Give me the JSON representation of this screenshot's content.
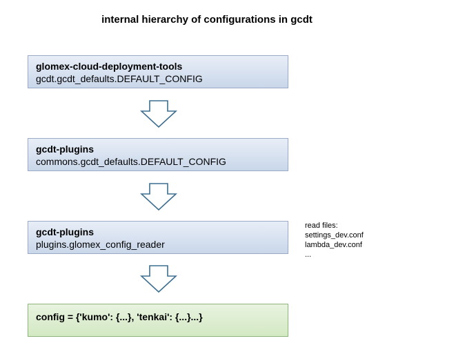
{
  "title": "internal hierarchy of configurations in gcdt",
  "boxes": [
    {
      "heading": "glomex-cloud-deployment-tools",
      "detail": "gcdt.gcdt_defaults.DEFAULT_CONFIG"
    },
    {
      "heading": "gcdt-plugins",
      "detail": "commons.gcdt_defaults.DEFAULT_CONFIG"
    },
    {
      "heading": "gcdt-plugins",
      "detail": "plugins.glomex_config_reader"
    },
    {
      "heading": "config = {'kumo': {...}, 'tenkai': {...}...}"
    }
  ],
  "notes": {
    "lines": [
      "read files:",
      "settings_dev.conf",
      "lambda_dev.conf",
      "..."
    ]
  },
  "colors": {
    "blue_box_fill": "#c9d7ea",
    "blue_box_border": "#9aa9c4",
    "green_box_fill": "#d3e9c3",
    "green_box_border": "#8fb27a",
    "arrow_stroke": "#3d6e8f"
  }
}
